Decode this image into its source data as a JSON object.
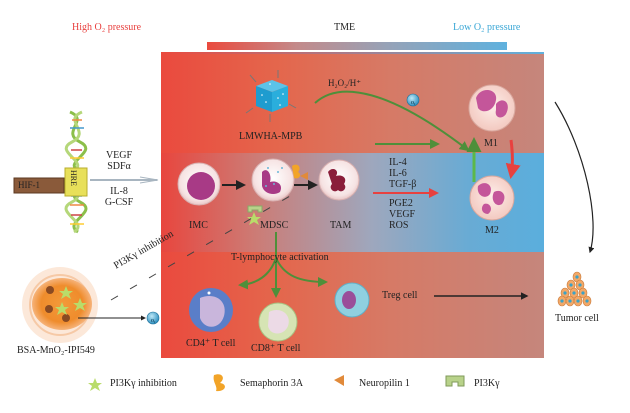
{
  "header": {
    "high_o2": "High O₂ pressure",
    "tme": "TME",
    "low_o2": "Low O₂ pressure"
  },
  "colors": {
    "high_o2": "#e8413f",
    "low_o2": "#3aa7d6",
    "green_arrow": "#4e8f3a",
    "red_arrow": "#e8413f",
    "black_arrow": "#222222"
  },
  "left": {
    "hif": "HIF-1",
    "hre": "HRE",
    "factors_top": [
      "VEGF",
      "SDFα"
    ],
    "factors_bottom": [
      "IL-8",
      "G-CSF"
    ],
    "pi3k_inhibition": "PI3Kγ inhibition",
    "nanoparticle": "BSA-MnO₂-IPI549"
  },
  "top_band": {
    "lmwha": "LMWHA-MPB",
    "reaction": "H₂O₂/H⁺",
    "o2_icon": "O₂",
    "m1": "M1"
  },
  "mid_band": {
    "imc": "IMC",
    "mdsc": "MDSC",
    "tam": "TAM",
    "cytokines_top": [
      "IL-4",
      "IL-6",
      "TGF-β"
    ],
    "cytokines_bottom": [
      "PGE2",
      "VEGF",
      "ROS"
    ],
    "m2": "M2"
  },
  "bot_band": {
    "t_activation": "T-lymphocyte activation",
    "cd4": "CD4⁺ T cell",
    "cd8": "CD8⁺ T cell",
    "treg": "Treg cell",
    "o2_icon": "O₂"
  },
  "right": {
    "tumor": "Tumor cell"
  },
  "legend": [
    {
      "icon": "star-icon",
      "label": "PI3Kγ inhibition"
    },
    {
      "icon": "semaphorin-icon",
      "label": "Semaphorin 3A"
    },
    {
      "icon": "neuropilin-icon",
      "label": "Neuropilin 1"
    },
    {
      "icon": "pi3k-icon",
      "label": "PI3Kγ"
    }
  ]
}
